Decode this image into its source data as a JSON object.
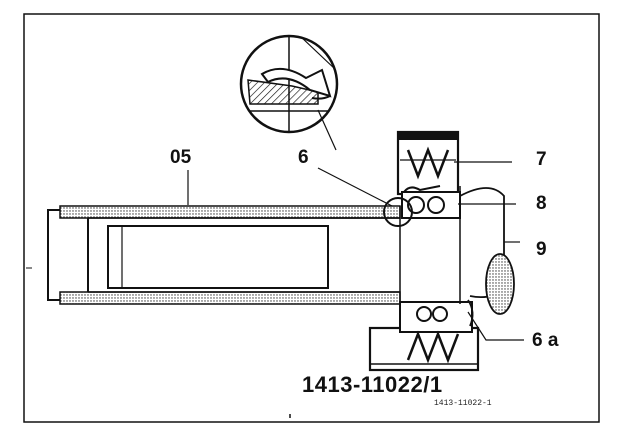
{
  "figure": {
    "callouts": {
      "c05": "05",
      "c6": "6",
      "c7": "7",
      "c8": "8",
      "c9": "9",
      "c6a": "6 a"
    },
    "figure_code": "1413-11022/1",
    "small_code": "1413-11022-1",
    "colors": {
      "line": "#111111",
      "background": "#ffffff"
    }
  }
}
